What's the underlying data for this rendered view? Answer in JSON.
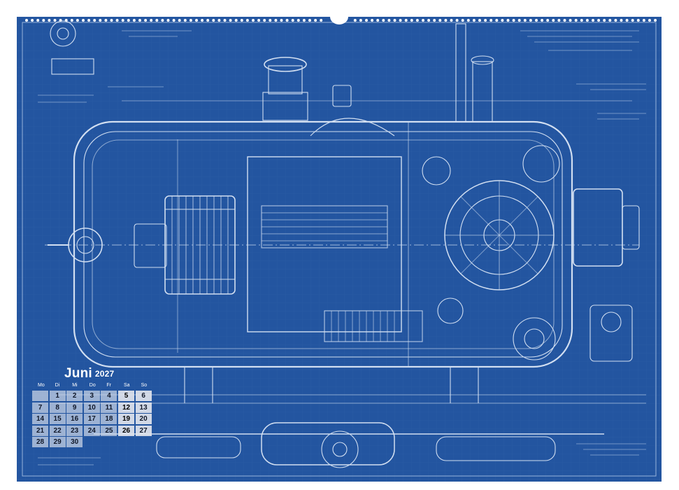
{
  "calendar": {
    "month": "Juni",
    "year": "2027",
    "weekdays": [
      "Mo",
      "Di",
      "Mi",
      "Do",
      "Fr",
      "Sa",
      "So"
    ],
    "leading_blanks": 1,
    "days": [
      "1",
      "2",
      "3",
      "4",
      "5",
      "6",
      "7",
      "8",
      "9",
      "10",
      "11",
      "12",
      "13",
      "14",
      "15",
      "16",
      "17",
      "18",
      "19",
      "20",
      "21",
      "22",
      "23",
      "24",
      "25",
      "26",
      "27",
      "28",
      "29",
      "30"
    ]
  },
  "colors": {
    "blueprint": "#2355a0",
    "line": "#dfe9f7",
    "page": "#ffffff",
    "day_cell": "#cdd7e6"
  },
  "icons": [
    "binding-hole-icon",
    "engine-blueprint-illustration"
  ]
}
